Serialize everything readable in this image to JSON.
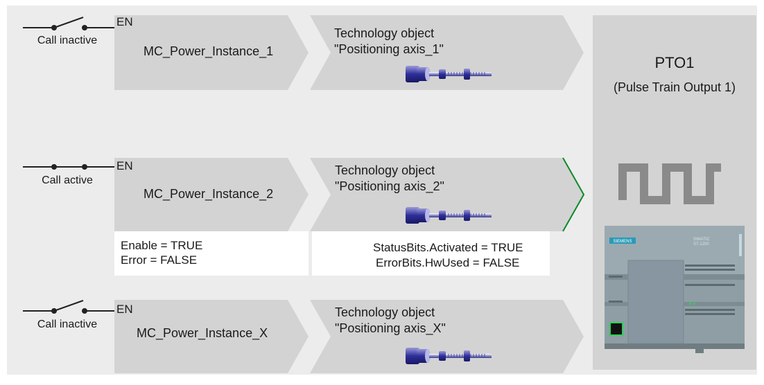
{
  "rows": [
    {
      "switch_state": "open",
      "call_label": "Call inactive",
      "en_label": "EN",
      "instance_name": "MC_Power_Instance_1",
      "to_line1": "Technology object",
      "to_line2": "\"Positioning axis_1\""
    },
    {
      "switch_state": "closed",
      "call_label": "Call active",
      "en_label": "EN",
      "instance_name": "MC_Power_Instance_2",
      "to_line1": "Technology object",
      "to_line2": "\"Positioning axis_2\"",
      "outputs": {
        "enable": "Enable =  TRUE",
        "error": "Error = FALSE"
      },
      "status": {
        "activated": "StatusBits.Activated = TRUE",
        "hwused": "ErrorBits.HwUsed = FALSE"
      }
    },
    {
      "switch_state": "open",
      "call_label": "Call inactive",
      "en_label": "EN",
      "instance_name": "MC_Power_Instance_X",
      "to_line1": "Technology object",
      "to_line2": "\"Positioning axis_X\""
    }
  ],
  "pto": {
    "title": "PTO1",
    "subtitle": "(Pulse Train Output 1)"
  },
  "plc": {
    "brand": "SIEMENS",
    "model_line1": "SIMATIC",
    "model_line2": "S7-1200"
  },
  "colors": {
    "outer_bg": "#ececec",
    "block": "#d3d3d3",
    "active_edge": "#0a8a2a",
    "plc_body": "#8e9ea4",
    "motor": "#2b2b8c"
  }
}
